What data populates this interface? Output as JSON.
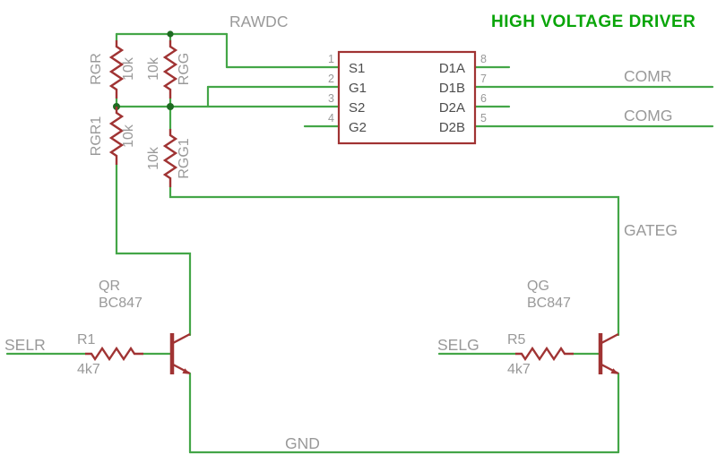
{
  "title": "HIGH VOLTAGE DRIVER",
  "colors": {
    "wire": "#44a648",
    "dot": "#1d6b21",
    "component": "#a03333",
    "label": "#999999",
    "pin-text": "#4d4d4d",
    "title-green": "#09a509",
    "background": "#ffffff"
  },
  "net_labels": {
    "rawdc": "RAWDC",
    "comr": "COMR",
    "comg": "COMG",
    "gateg": "GATEG",
    "selr": "SELR",
    "selg": "SELG",
    "gnd": "GND"
  },
  "ic": {
    "left_pins": [
      {
        "number": "1",
        "name": "S1"
      },
      {
        "number": "2",
        "name": "G1"
      },
      {
        "number": "3",
        "name": "S2"
      },
      {
        "number": "4",
        "name": "G2"
      }
    ],
    "right_pins": [
      {
        "number": "8",
        "name": "D1A"
      },
      {
        "number": "7",
        "name": "D1B"
      },
      {
        "number": "6",
        "name": "D2A"
      },
      {
        "number": "5",
        "name": "D2B"
      }
    ]
  },
  "resistors": [
    {
      "name": "RGR",
      "value": "10k"
    },
    {
      "name": "RGG",
      "value": "10k"
    },
    {
      "name": "RGR1",
      "value": "10k"
    },
    {
      "name": "RGG1",
      "value": "10k"
    },
    {
      "name": "R1",
      "value": "4k7"
    },
    {
      "name": "R5",
      "value": "4k7"
    }
  ],
  "transistors": [
    {
      "name": "QR",
      "part": "BC847"
    },
    {
      "name": "QG",
      "part": "BC847"
    }
  ]
}
